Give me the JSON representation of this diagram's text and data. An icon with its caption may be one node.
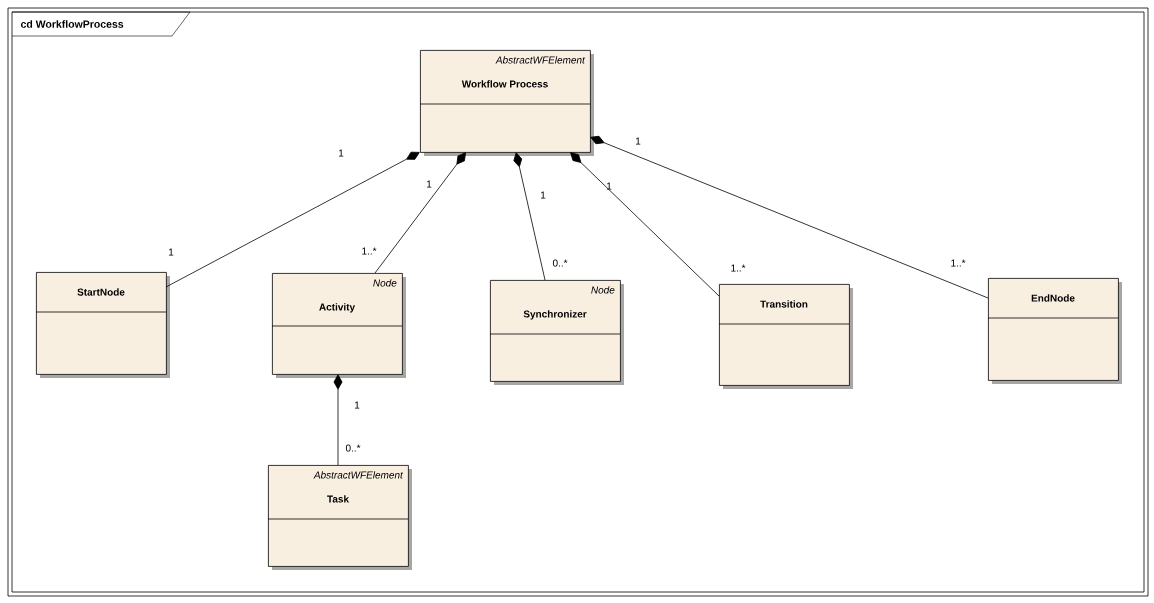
{
  "diagram": {
    "title": "cd WorkflowProcess",
    "nodes": [
      {
        "text": [
          "AbstractWFElement",
          "Workflow Process"
        ]
      },
      {
        "text": [
          "StartNode"
        ]
      },
      {
        "text": [
          "Node",
          "Activity"
        ]
      },
      {
        "text": [
          "Node",
          "Synchronizer"
        ]
      },
      {
        "text": [
          "Transition"
        ]
      },
      {
        "text": [
          "EndNode"
        ]
      },
      {
        "text": [
          "AbstractWFElement",
          "Task"
        ]
      }
    ],
    "edges": [
      {
        "from": 0,
        "to": 1,
        "arrow": "other"
      },
      {
        "from": 0,
        "to": 2,
        "arrow": "other"
      },
      {
        "from": 0,
        "to": 3,
        "arrow": "other"
      },
      {
        "from": 0,
        "to": 4,
        "arrow": "other"
      },
      {
        "from": 0,
        "to": 5,
        "arrow": "other"
      },
      {
        "from": 2,
        "to": 6,
        "arrow": "other"
      }
    ],
    "labels": [
      "1",
      "1",
      "1",
      "1",
      "1",
      "1",
      "1..*",
      "0..*",
      "1..*",
      "1..*",
      "1",
      "0..*"
    ]
  }
}
